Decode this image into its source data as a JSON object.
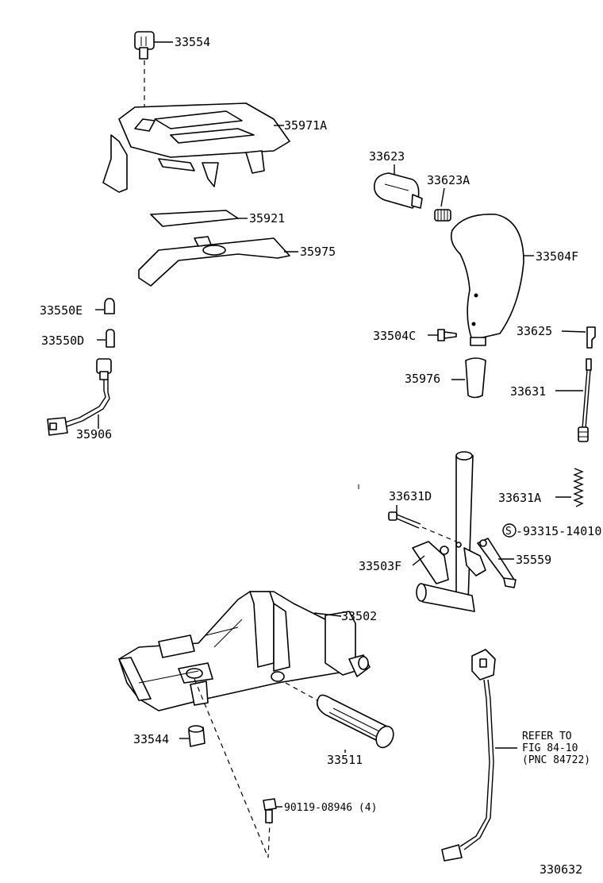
{
  "labels": {
    "p33554": "33554",
    "p35971A": "35971A",
    "p35921": "35921",
    "p35975": "35975",
    "p33623": "33623",
    "p33623A": "33623A",
    "p33504F": "33504F",
    "p33550E": "33550E",
    "p33550D": "33550D",
    "p35906": "35906",
    "p33504C": "33504C",
    "p33625": "33625",
    "p35976": "35976",
    "p33631": "33631",
    "p33631D": "33631D",
    "p33631A": "33631A",
    "s_mark": "S",
    "p93315": "-93315-14010",
    "p33503F": "33503F",
    "p35559": "35559",
    "p33502": "33502",
    "p33544": "33544",
    "p33511": "33511",
    "p90119": "90119-08946 (4)",
    "refer_line1": "REFER TO",
    "refer_line2": "FIG 84-10",
    "refer_line3": "(PNC 84722)",
    "figure_number": "330632"
  }
}
